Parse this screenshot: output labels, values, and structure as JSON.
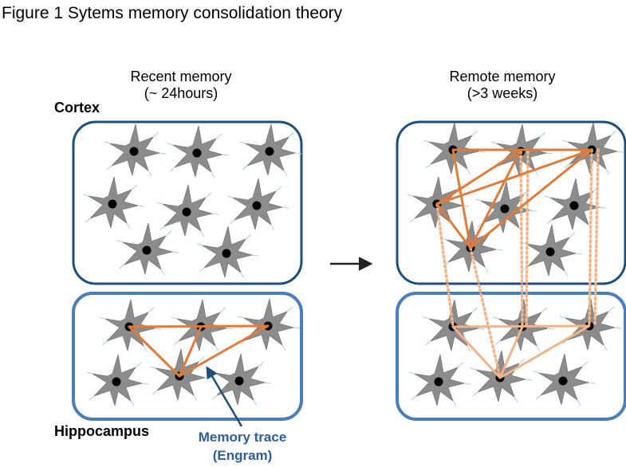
{
  "figure_title": "Figure 1 Sytems memory consolidation theory",
  "panels": {
    "recent": {
      "title": "Recent memory",
      "subtitle": "(~ 24hours)"
    },
    "remote": {
      "title": "Remote memory",
      "subtitle": "(>3 weeks)"
    }
  },
  "region_labels": {
    "cortex": "Cortex",
    "hippocampus": "Hippocampus"
  },
  "annotation": {
    "line1": "Memory trace",
    "line2": "(Engram)"
  },
  "colors": {
    "cortex_border": "#1f4e79",
    "hippocampus_border": "#4a7ebb",
    "neuron_fill": "#8c8c8c",
    "nucleus": "#000000",
    "engram": "#e07b39",
    "engram_faded": "#f0b48a",
    "dotted_link": "#f2b48c",
    "annotation_text": "#2e5d9a",
    "arrow": "#222222"
  }
}
